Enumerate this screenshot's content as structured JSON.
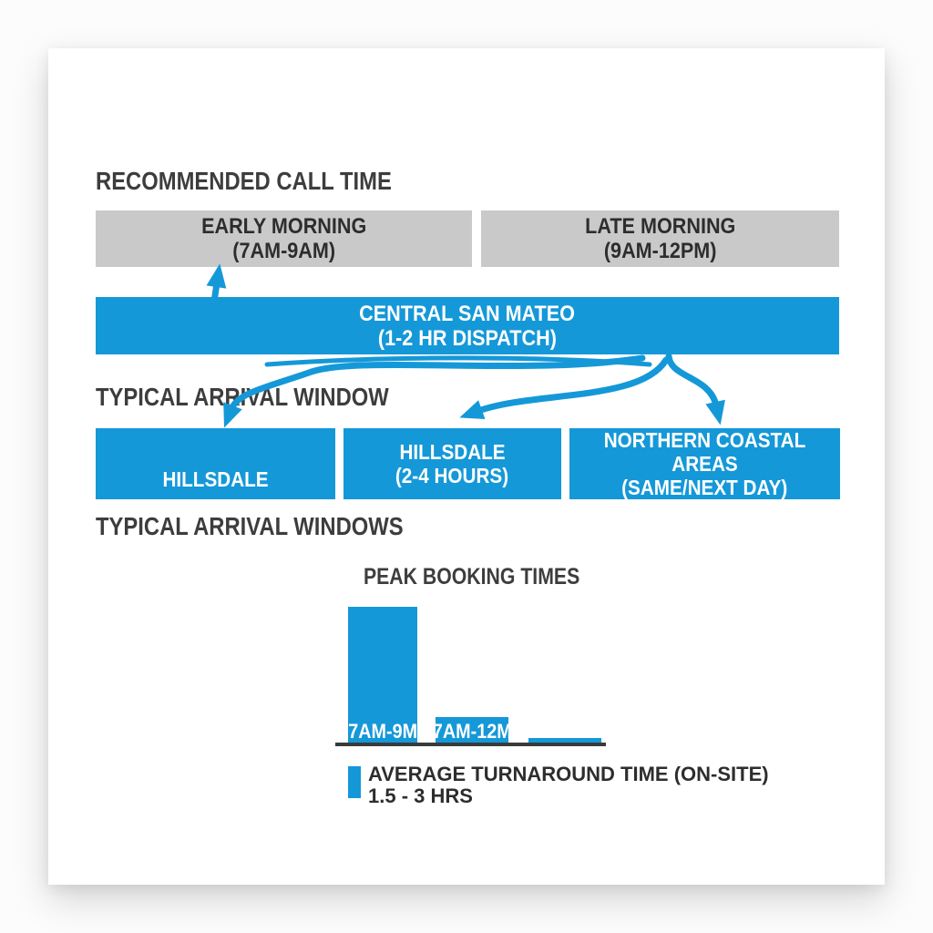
{
  "colors": {
    "accent": "#1598d8",
    "slot_bg": "#cac9c9",
    "heading_text": "#3d3d3d",
    "dark_text": "#2e2d2d",
    "axis": "#3a3a3a"
  },
  "call_time": {
    "heading": "RECOMMENDED CALL TIME",
    "slots": [
      {
        "name": "EARLY MORNING",
        "range": "(7AM-9AM)"
      },
      {
        "name": "LATE MORNING",
        "range": "(9AM-12PM)"
      }
    ]
  },
  "dispatch": {
    "name": "CENTRAL SAN MATEO",
    "detail": "(1-2 HR DISPATCH)"
  },
  "arrival": {
    "heading": "TYPICAL ARRIVAL WINDOW",
    "zones": [
      {
        "name": "HILLSDALE",
        "detail": ""
      },
      {
        "name": "HILLSDALE",
        "detail": "(2-4 HOURS)"
      },
      {
        "name": "NORTHERN COASTAL AREAS",
        "detail": "(SAME/NEXT DAY)"
      }
    ]
  },
  "windows_heading": "TYPICAL ARRIVAL WINDOWS",
  "chart_data": {
    "type": "bar",
    "title": "PEAK BOOKING TIMES",
    "categories": [
      "7AM-9M",
      "7AM-12M",
      ""
    ],
    "values": [
      1.0,
      0.19,
      0.04
    ],
    "value_note": "relative bar heights; no y-axis or value labels shown",
    "xlabel": "",
    "ylabel": "",
    "grid": false,
    "bar_color": "#1598d8",
    "legend_position": "bottom-left",
    "legend": {
      "label": "AVERAGE TURNAROUND TIME (ON-SITE)",
      "value": "1.5 - 3 HRS"
    }
  }
}
